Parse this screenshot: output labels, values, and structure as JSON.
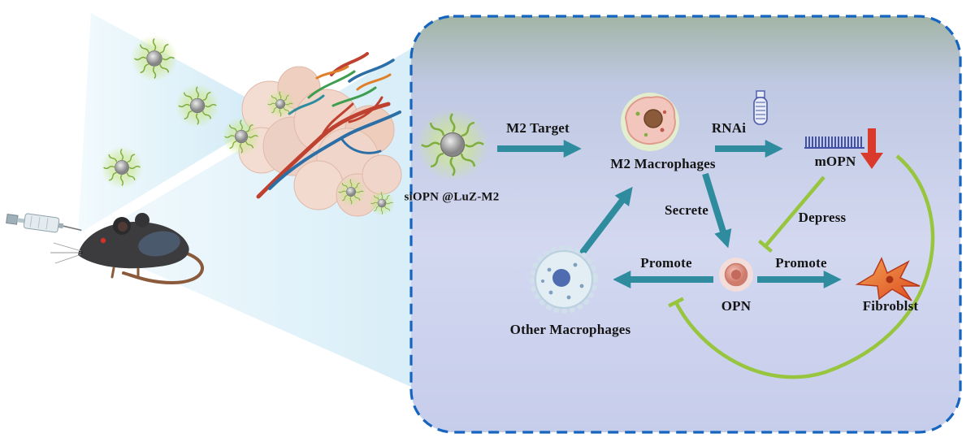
{
  "figure": {
    "type": "mechanism-diagram",
    "labels": {
      "nanoparticle_caption": "siOPN @LuZ-M2",
      "arrow_m2_target": "M2 Target",
      "m2_macrophages": "M2 Macrophages",
      "rnai": "RNAi",
      "mopn": "mOPN",
      "secrete": "Secrete",
      "depress": "Depress",
      "promote_to_other": "Promote",
      "promote_to_fibroblast": "Promote",
      "opn": "OPN",
      "other_macrophages": "Other Macrophages",
      "fibroblast": "Fibroblst"
    },
    "colors": {
      "panel_border": "#1565c0",
      "process_arrow": "#2e8c9e",
      "inhibition_line": "#97c53e",
      "decrease_arrow": "#d93a2b",
      "panel_fill_top": "#a2b5a6",
      "panel_fill_bottom": "#c6cdeb",
      "nanoparticle_glow": "#cbe68d",
      "beam": "#bfe2f2"
    }
  }
}
